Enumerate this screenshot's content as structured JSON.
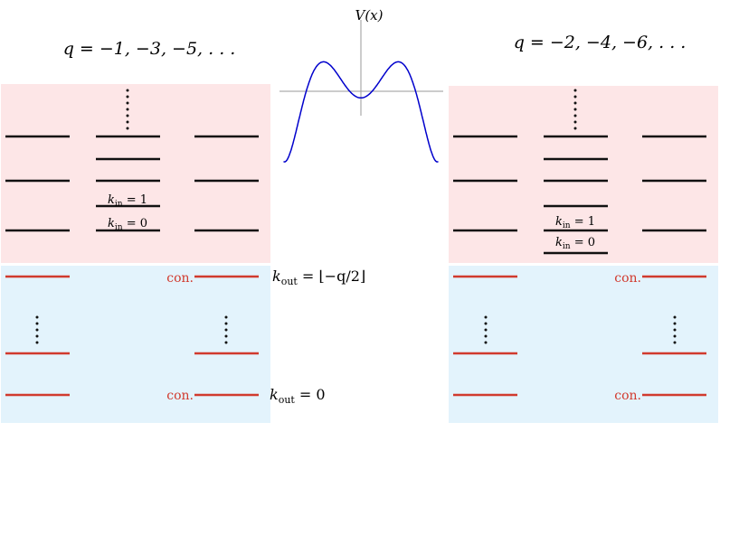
{
  "left_title": "q = −1, −3, −5, . . .",
  "right_title": "q = −2, −4, −6, . . .",
  "potential_label": "V(x)",
  "k_in_1": "k",
  "k_in_1_sub": "in",
  "k_in_1_val": " = 1",
  "k_in_0": "k",
  "k_in_0_sub": "in",
  "k_in_0_val": " = 0",
  "k_out_top": "k",
  "k_out_top_sub": "out",
  "k_out_top_val": " = ⌊−q/2⌋",
  "k_out_bottom": "k",
  "k_out_bottom_sub": "out",
  "k_out_bottom_val": " = 0",
  "con_label": "con.",
  "colors": {
    "pink_region": "#fde6e7",
    "blue_region": "#e3f3fc",
    "black_level": "#111111",
    "red_level": "#d13a2e",
    "curve": "#0000cc",
    "axis": "#999999"
  }
}
